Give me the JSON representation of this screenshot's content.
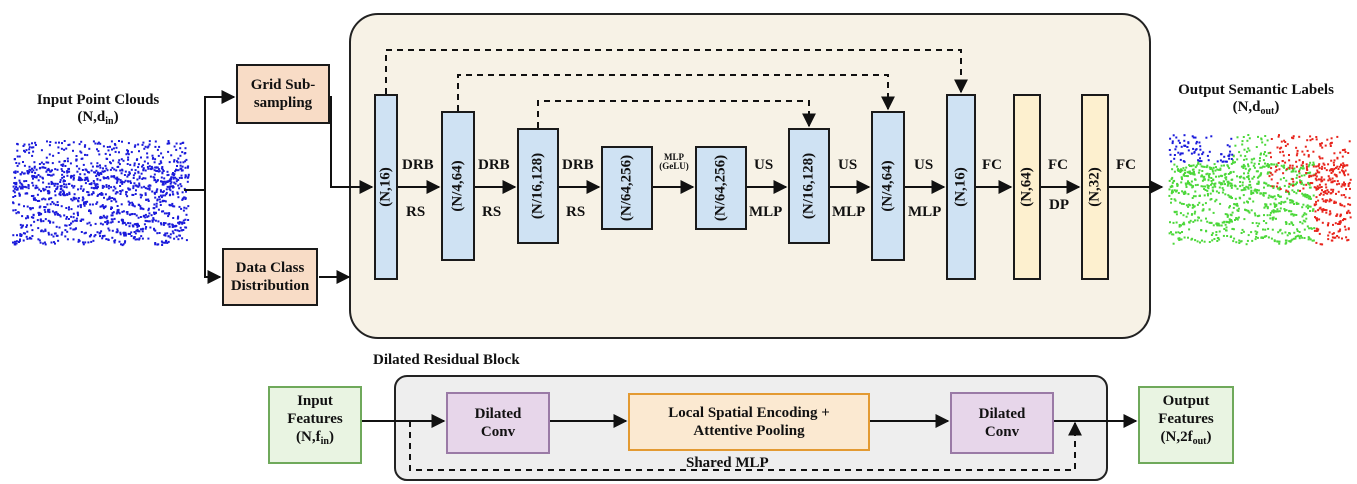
{
  "input": {
    "title": "Input Point Clouds",
    "shape_base": "(N,d",
    "shape_sub": "in",
    "shape_end": ")"
  },
  "output": {
    "title": "Output Semantic Labels",
    "shape_base": "(N,d",
    "shape_sub": "out",
    "shape_end": ")"
  },
  "preprocess": {
    "grid": "Grid Sub-sampling",
    "class_dist": "Data Class Distribution"
  },
  "encoder": [
    "(N,16)",
    "(N/4,64)",
    "(N/16,128)",
    "(N/64,256)"
  ],
  "decoder": [
    "(N/64,256)",
    "(N/16,128)",
    "(N/4,64)",
    "(N,16)"
  ],
  "head": [
    "(N,64)",
    "(N,32)"
  ],
  "ops": {
    "drb": "DRB",
    "rs": "RS",
    "mlp_gelu_1": "MLP",
    "mlp_gelu_2": "(GeLU)",
    "us": "US",
    "mlp": "MLP",
    "fc": "FC",
    "dp": "DP"
  },
  "drb_block": {
    "title": "Dilated Residual Block",
    "in_title": "Input Features",
    "in_base": "(N,f",
    "in_sub": "in",
    "in_end": ")",
    "dilated_conv": "Dilated Conv",
    "lse": "Local Spatial Encoding + Attentive Pooling",
    "shared_mlp": "Shared MLP",
    "out_title": "Output Features",
    "out_base": "(N,2f",
    "out_sub": "out",
    "out_end": ")"
  },
  "colors": {
    "tensor_blue": "#cfe2f3",
    "tensor_yellow": "#fdf0cf",
    "panel": "#f7f2e6",
    "peach": "#f8dcc6",
    "lidar_blue": "#1a1adb",
    "label_green": "#4cd83a",
    "label_red": "#e8241c"
  }
}
